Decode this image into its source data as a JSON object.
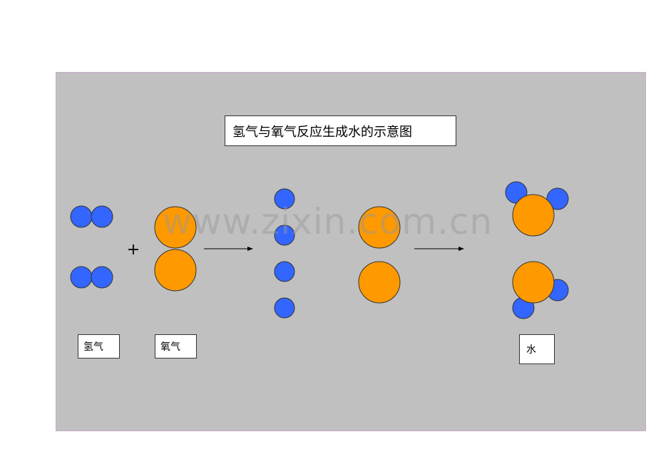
{
  "title": "氢气与氧气反应生成水的示意图",
  "labels": {
    "hydrogen": "氢气",
    "oxygen": "氧气",
    "water": "水"
  },
  "operators": {
    "plus": "+"
  },
  "watermark": "www.zixin.com.cn",
  "colors": {
    "stage_bg": "#c0c0c0",
    "hydrogen_atom": "#3366ff",
    "oxygen_atom": "#ff9900",
    "outline": "#333333"
  }
}
